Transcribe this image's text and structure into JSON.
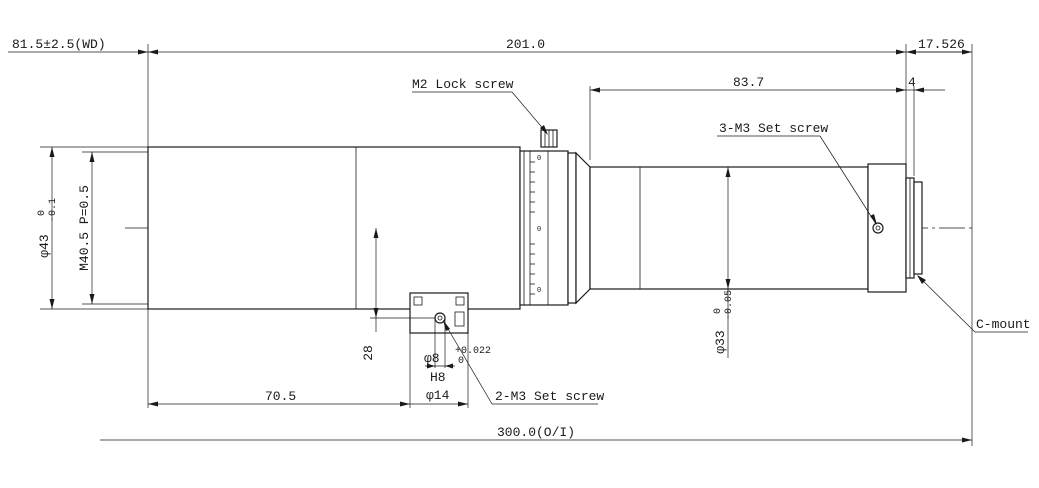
{
  "dimensions": {
    "working_distance": "81.5±2.5(WD)",
    "body_length": "201.0",
    "flange_back": "17.526",
    "rear_section_length": "83.7",
    "mount_length": "4",
    "total_length": "300.0(O/I)",
    "front_diameter": "φ43",
    "front_diameter_tol_upper": "0",
    "front_diameter_tol_lower": "-0.1",
    "filter_thread": "M40.5 P=0.5",
    "rear_diameter": "φ33",
    "rear_diameter_tol_upper": "0",
    "rear_diameter_tol_lower": "-0.05",
    "pin_height": "28",
    "pin_hole_diameter": "φ8",
    "pin_hole_fit": "H8",
    "pin_hole_tol_upper": "+0.022",
    "pin_hole_tol_lower": "0",
    "pin_block_width": "φ14",
    "pin_offset": "70.5"
  },
  "callouts": {
    "lock_screw": "M2 Lock screw",
    "set_screw_rear": "3-M3 Set screw",
    "set_screw_pin": "2-M3 Set screw",
    "mount": "C-mount"
  },
  "scale_marks": {
    "top": "0",
    "middle": "0",
    "bottom": "0"
  }
}
